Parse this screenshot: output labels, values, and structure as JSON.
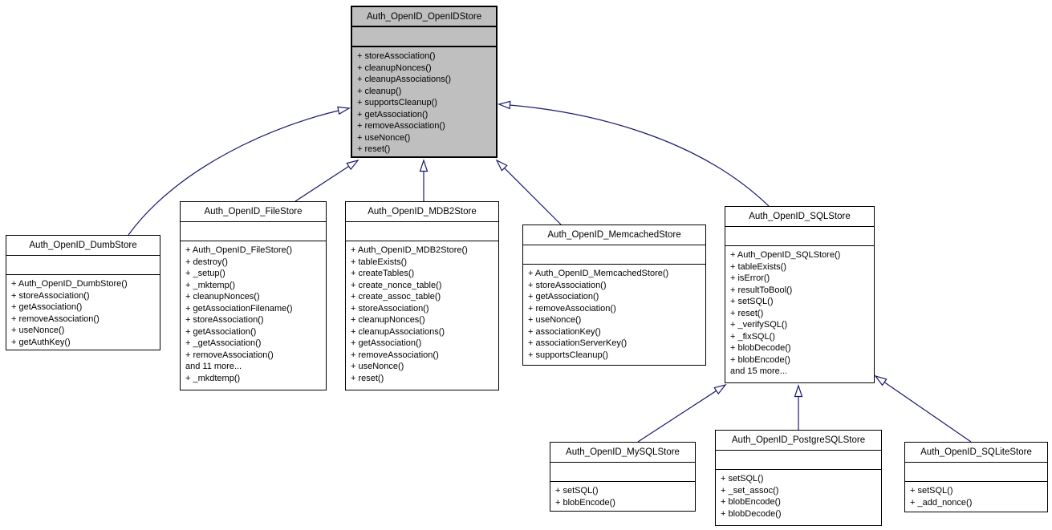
{
  "diagram": {
    "kind": "uml-inheritance-diagram",
    "arrow_color": "#191970",
    "base_node_fill": "#bfbfbf",
    "node_fill": "#ffffff",
    "border_color": "#000000",
    "background": "#ffffff"
  },
  "classes": [
    {
      "id": "openidstore",
      "name": "Auth_OpenID_OpenIDStore",
      "is_base": true,
      "methods": [
        "+ storeAssociation()",
        "+ cleanupNonces()",
        "+ cleanupAssociations()",
        "+ cleanup()",
        "+ supportsCleanup()",
        "+ getAssociation()",
        "+ removeAssociation()",
        "+ useNonce()",
        "+ reset()"
      ]
    },
    {
      "id": "dumbstore",
      "name": "Auth_OpenID_DumbStore",
      "is_base": false,
      "methods": [
        "+ Auth_OpenID_DumbStore()",
        "+ storeAssociation()",
        "+ getAssociation()",
        "+ removeAssociation()",
        "+ useNonce()",
        "+ getAuthKey()"
      ]
    },
    {
      "id": "filestore",
      "name": "Auth_OpenID_FileStore",
      "is_base": false,
      "methods": [
        "+ Auth_OpenID_FileStore()",
        "+ destroy()",
        "+ _setup()",
        "+ _mktemp()",
        "+ cleanupNonces()",
        "+ getAssociationFilename()",
        "+ storeAssociation()",
        "+ getAssociation()",
        "+ _getAssociation()",
        "+ removeAssociation()",
        "and 11 more...",
        "+ _mkdtemp()"
      ]
    },
    {
      "id": "mdb2store",
      "name": "Auth_OpenID_MDB2Store",
      "is_base": false,
      "methods": [
        "+ Auth_OpenID_MDB2Store()",
        "+ tableExists()",
        "+ createTables()",
        "+ create_nonce_table()",
        "+ create_assoc_table()",
        "+ storeAssociation()",
        "+ cleanupNonces()",
        "+ cleanupAssociations()",
        "+ getAssociation()",
        "+ removeAssociation()",
        "+ useNonce()",
        "+ reset()"
      ]
    },
    {
      "id": "memcachedstore",
      "name": "Auth_OpenID_MemcachedStore",
      "is_base": false,
      "methods": [
        "+ Auth_OpenID_MemcachedStore()",
        "+ storeAssociation()",
        "+ getAssociation()",
        "+ removeAssociation()",
        "+ useNonce()",
        "+ associationKey()",
        "+ associationServerKey()",
        "+ supportsCleanup()"
      ]
    },
    {
      "id": "sqlstore",
      "name": "Auth_OpenID_SQLStore",
      "is_base": false,
      "methods": [
        "+ Auth_OpenID_SQLStore()",
        "+ tableExists()",
        "+ isError()",
        "+ resultToBool()",
        "+ setSQL()",
        "+ reset()",
        "+ _verifySQL()",
        "+ _fixSQL()",
        "+ blobDecode()",
        "+ blobEncode()",
        "and 15 more..."
      ]
    },
    {
      "id": "mysqlstore",
      "name": "Auth_OpenID_MySQLStore",
      "is_base": false,
      "methods": [
        "+ setSQL()",
        "+ blobEncode()"
      ]
    },
    {
      "id": "postgresqlstore",
      "name": "Auth_OpenID_PostgreSQLStore",
      "is_base": false,
      "methods": [
        "+ setSQL()",
        "+ _set_assoc()",
        "+ blobEncode()",
        "+ blobDecode()"
      ]
    },
    {
      "id": "sqlitestore",
      "name": "Auth_OpenID_SQLiteStore",
      "is_base": false,
      "methods": [
        "+ setSQL()",
        "+ _add_nonce()"
      ]
    }
  ],
  "edges": [
    {
      "child": "dumbstore",
      "parent": "openidstore"
    },
    {
      "child": "filestore",
      "parent": "openidstore"
    },
    {
      "child": "mdb2store",
      "parent": "openidstore"
    },
    {
      "child": "memcachedstore",
      "parent": "openidstore"
    },
    {
      "child": "sqlstore",
      "parent": "openidstore"
    },
    {
      "child": "mysqlstore",
      "parent": "sqlstore"
    },
    {
      "child": "postgresqlstore",
      "parent": "sqlstore"
    },
    {
      "child": "sqlitestore",
      "parent": "sqlstore"
    }
  ]
}
